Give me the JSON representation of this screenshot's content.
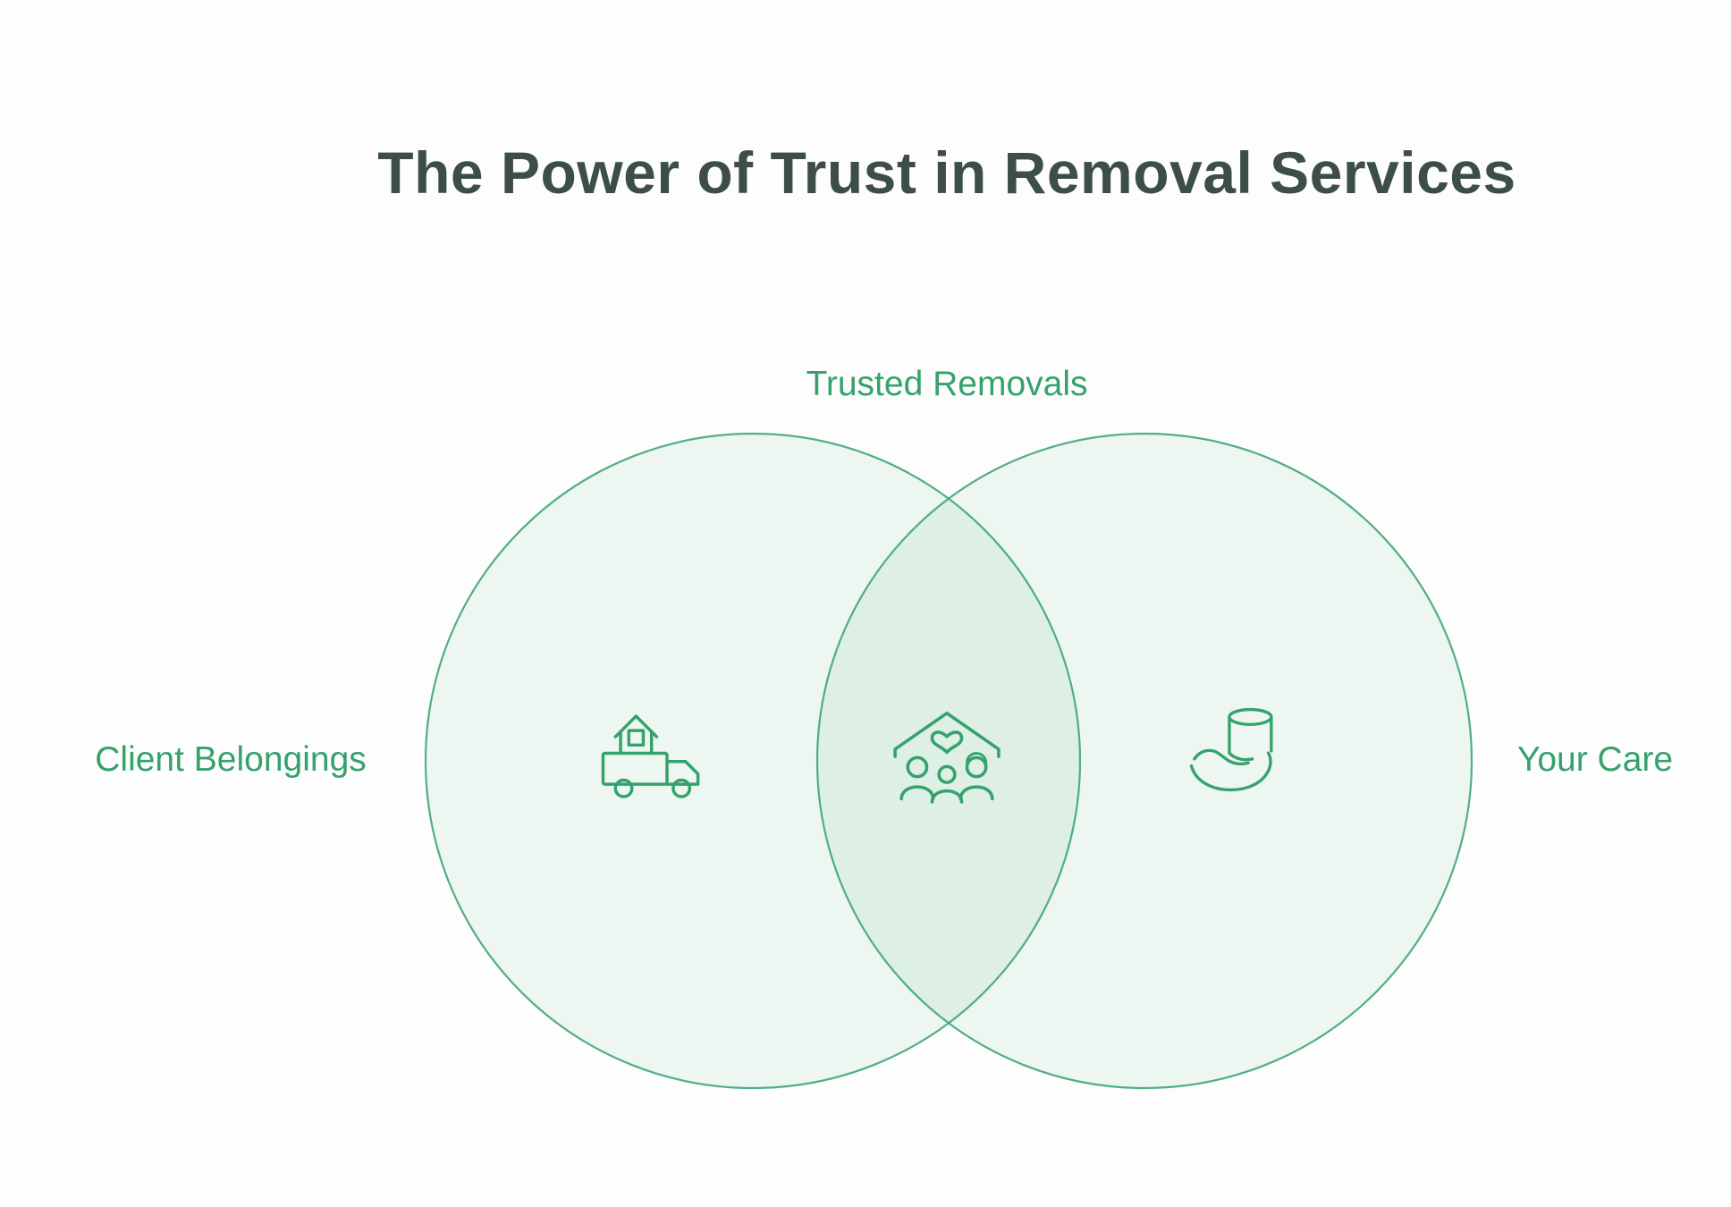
{
  "title": "The Power of Trust in Removal Services",
  "diagram": {
    "type": "venn",
    "circles": [
      {
        "id": "left",
        "label": "Client Belongings",
        "icon": "house-moving-truck-icon"
      },
      {
        "id": "right",
        "label": "Your Care",
        "icon": "hand-holding-box-icon"
      }
    ],
    "intersection": {
      "label": "Trusted Removals",
      "icon": "family-under-roof-heart-icon"
    }
  },
  "labels": {
    "top": "Trusted Removals",
    "left": "Client Belongings",
    "right": "Your Care"
  },
  "colors": {
    "accent_green": "#34a26b",
    "title_color": "#3d4d49",
    "page_bg": "#fdfdfd",
    "circle_fill": "#e8f5ee"
  }
}
